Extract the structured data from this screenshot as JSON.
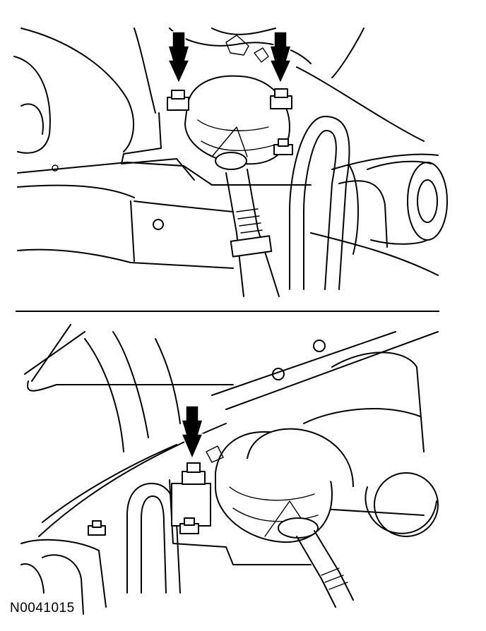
{
  "figure": {
    "id": "N0041015",
    "panels": [
      {
        "name": "upper-view",
        "arrow_count": 2
      },
      {
        "name": "lower-view",
        "arrow_count": 1
      }
    ],
    "colors": {
      "line": "#000000",
      "background": "#ffffff"
    }
  }
}
